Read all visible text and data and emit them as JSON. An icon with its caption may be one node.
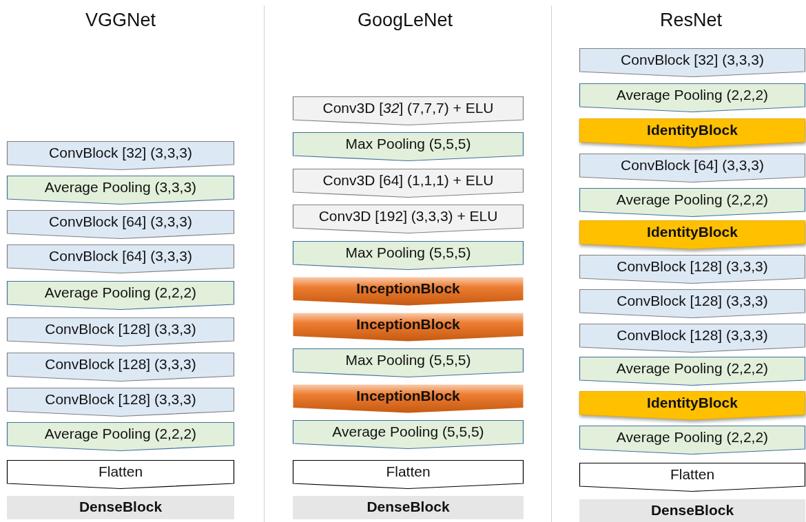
{
  "diagram": {
    "nodes": [
      {
        "text": [
          "ConvBlock [32] (3,3,3)"
        ]
      },
      {
        "text": [
          "Average Pooling (3,3,3)"
        ]
      },
      {
        "text": [
          "ConvBlock [64] (3,3,3)"
        ]
      },
      {
        "text": [
          "ConvBlock [64] (3,3,3)"
        ]
      },
      {
        "text": [
          "Average Pooling (2,2,2)"
        ]
      },
      {
        "text": [
          "ConvBlock [128] (3,3,3)"
        ]
      },
      {
        "text": [
          "ConvBlock [128] (3,3,3)"
        ]
      },
      {
        "text": [
          "ConvBlock [128] (3,3,3)"
        ]
      },
      {
        "text": [
          "Average Pooling (2,2,2)"
        ]
      },
      {
        "text": [
          "Flatten"
        ]
      },
      {
        "text": [
          "DenseBlock"
        ]
      },
      {
        "text": [
          "Conv3D [*32*] (7,7,7) + ELU"
        ]
      },
      {
        "text": [
          "Max Pooling (5,5,5)"
        ]
      },
      {
        "text": [
          "Conv3D [64] (1,1,1) + ELU"
        ]
      },
      {
        "text": [
          "Conv3D [192] (3,3,3) + ELU"
        ]
      },
      {
        "text": [
          "Max Pooling (5,5,5)"
        ]
      },
      {
        "text": [
          "InceptionBlock"
        ]
      },
      {
        "text": [
          "InceptionBlock"
        ]
      },
      {
        "text": [
          "Max Pooling (5,5,5)"
        ]
      },
      {
        "text": [
          "InceptionBlock"
        ]
      },
      {
        "text": [
          "Average Pooling (5,5,5)"
        ]
      },
      {
        "text": [
          "Flatten"
        ]
      },
      {
        "text": [
          "DenseBlock"
        ]
      },
      {
        "text": [
          "ConvBlock [32] (3,3,3)"
        ]
      },
      {
        "text": [
          "Average Pooling (2,2,2)"
        ]
      },
      {
        "text": [
          "IdentityBlock"
        ]
      },
      {
        "text": [
          "ConvBlock [64] (3,3,3)"
        ]
      },
      {
        "text": [
          "Average Pooling (2,2,2)"
        ]
      },
      {
        "text": [
          "IdentityBlock"
        ]
      },
      {
        "text": [
          "ConvBlock [128] (3,3,3)"
        ]
      },
      {
        "text": [
          "ConvBlock [128] (3,3,3)"
        ]
      },
      {
        "text": [
          "ConvBlock [128] (3,3,3)"
        ]
      },
      {
        "text": [
          "Average Pooling (2,2,2)"
        ]
      },
      {
        "text": [
          "IdentityBlock"
        ]
      },
      {
        "text": [
          "Average Pooling (2,2,2)"
        ]
      },
      {
        "text": [
          "Flatten"
        ]
      },
      {
        "text": [
          "DenseBlock"
        ]
      }
    ],
    "labels": [
      "VGGNet",
      "GoogLeNet",
      "ResNet"
    ]
  }
}
